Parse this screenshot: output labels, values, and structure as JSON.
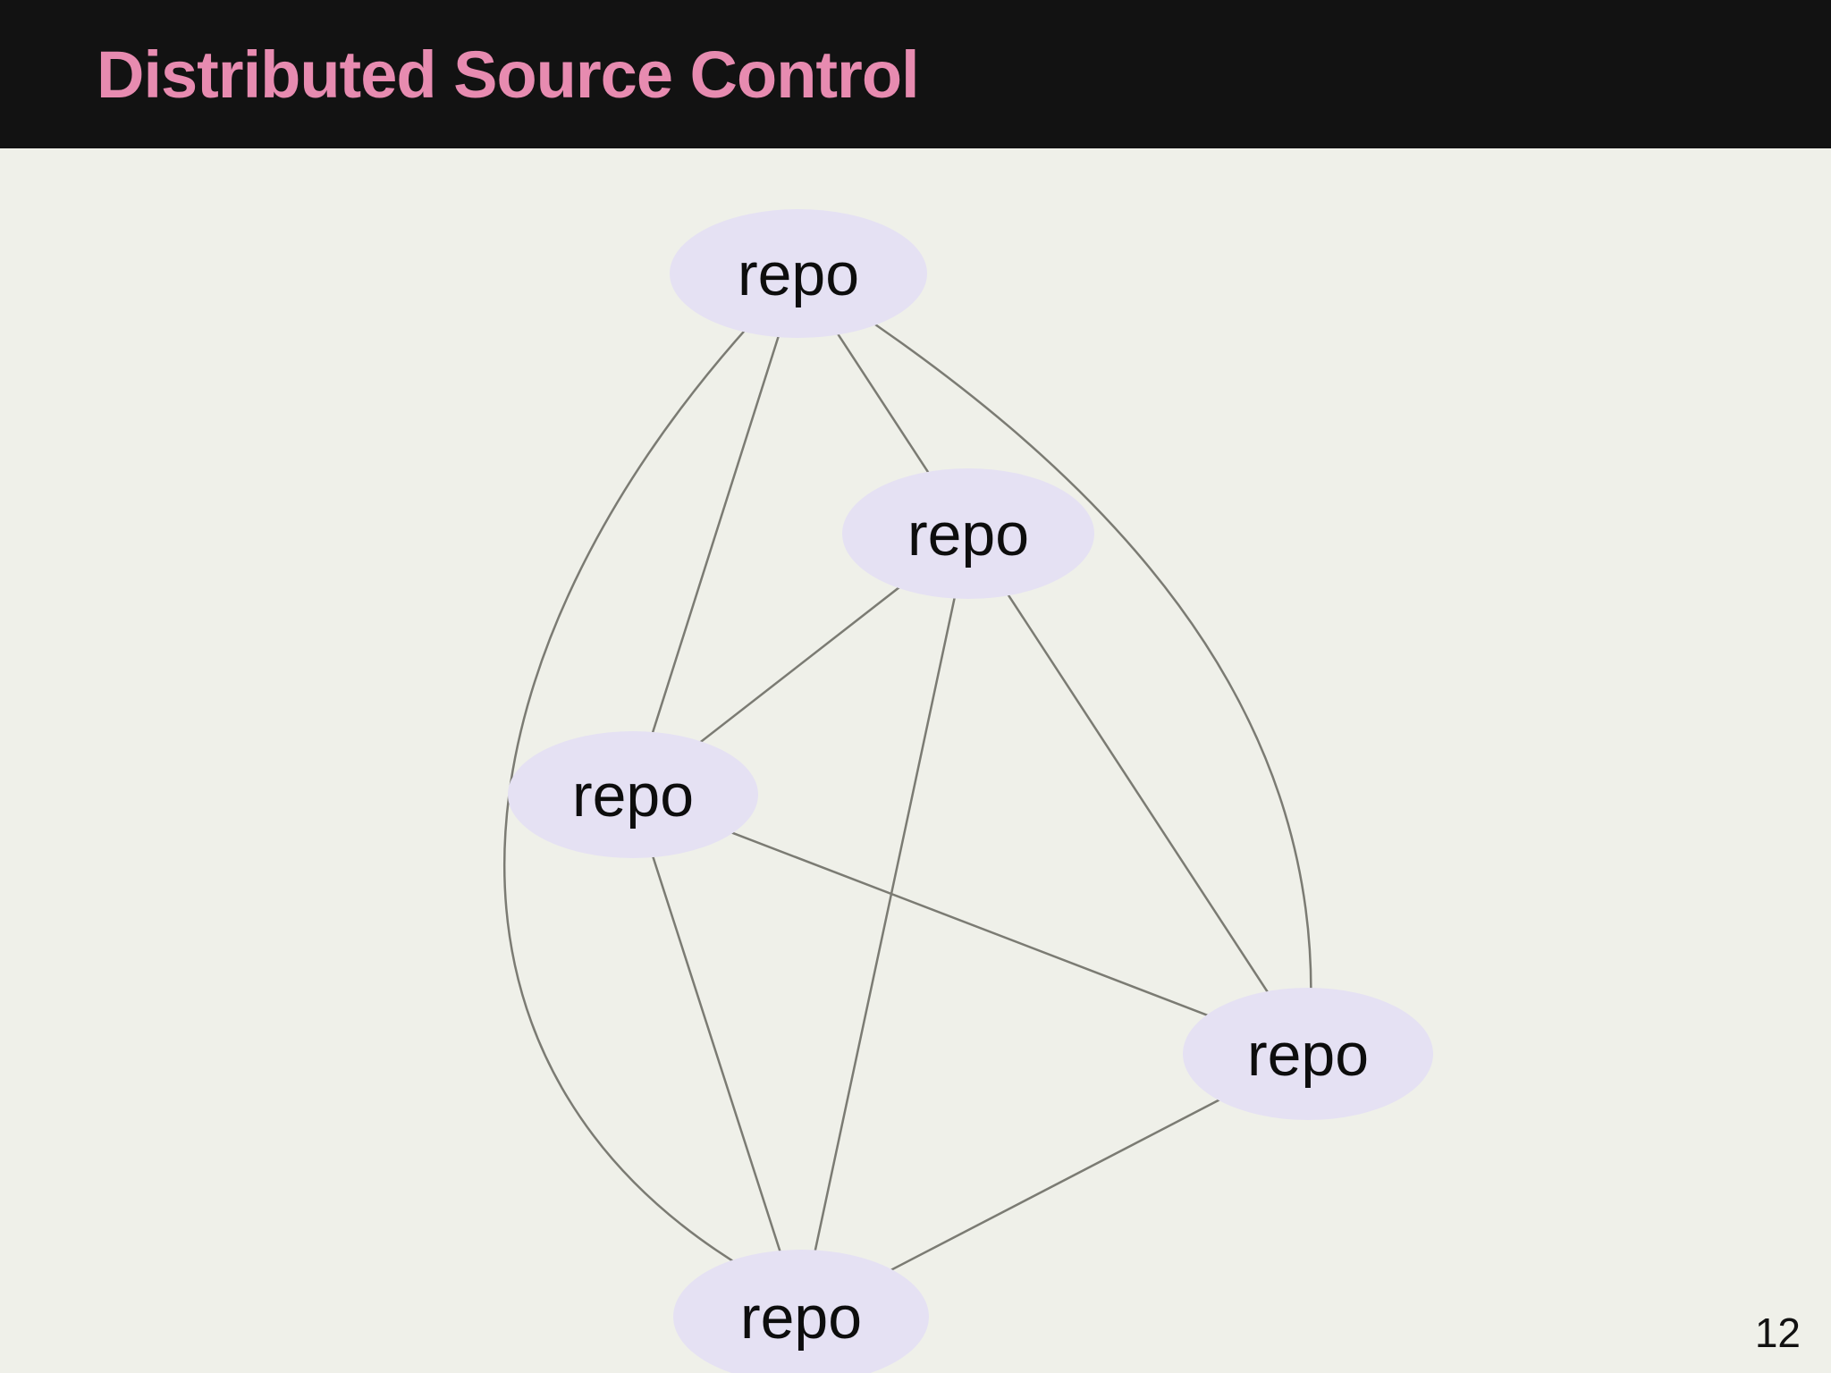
{
  "header": {
    "title": "Distributed Source Control"
  },
  "diagram": {
    "description": "Fully connected network of repositories",
    "nodes": [
      {
        "id": "repo-top",
        "label": "repo"
      },
      {
        "id": "repo-middle",
        "label": "repo"
      },
      {
        "id": "repo-left",
        "label": "repo"
      },
      {
        "id": "repo-right",
        "label": "repo"
      },
      {
        "id": "repo-bottom",
        "label": "repo"
      }
    ],
    "edges": [
      [
        "repo-top",
        "repo-middle"
      ],
      [
        "repo-top",
        "repo-left"
      ],
      [
        "repo-top",
        "repo-right"
      ],
      [
        "repo-top",
        "repo-bottom"
      ],
      [
        "repo-middle",
        "repo-left"
      ],
      [
        "repo-middle",
        "repo-right"
      ],
      [
        "repo-middle",
        "repo-bottom"
      ],
      [
        "repo-left",
        "repo-right"
      ],
      [
        "repo-left",
        "repo-bottom"
      ],
      [
        "repo-right",
        "repo-bottom"
      ]
    ]
  },
  "footer": {
    "page_number": "12"
  },
  "colors": {
    "header_background": "#121212",
    "title_pink": "#e78bb0",
    "slide_background": "#eff0e9",
    "node_fill": "#e5e1f3",
    "edge_gray": "#7b7b73",
    "text_black": "#0d0d0d"
  }
}
